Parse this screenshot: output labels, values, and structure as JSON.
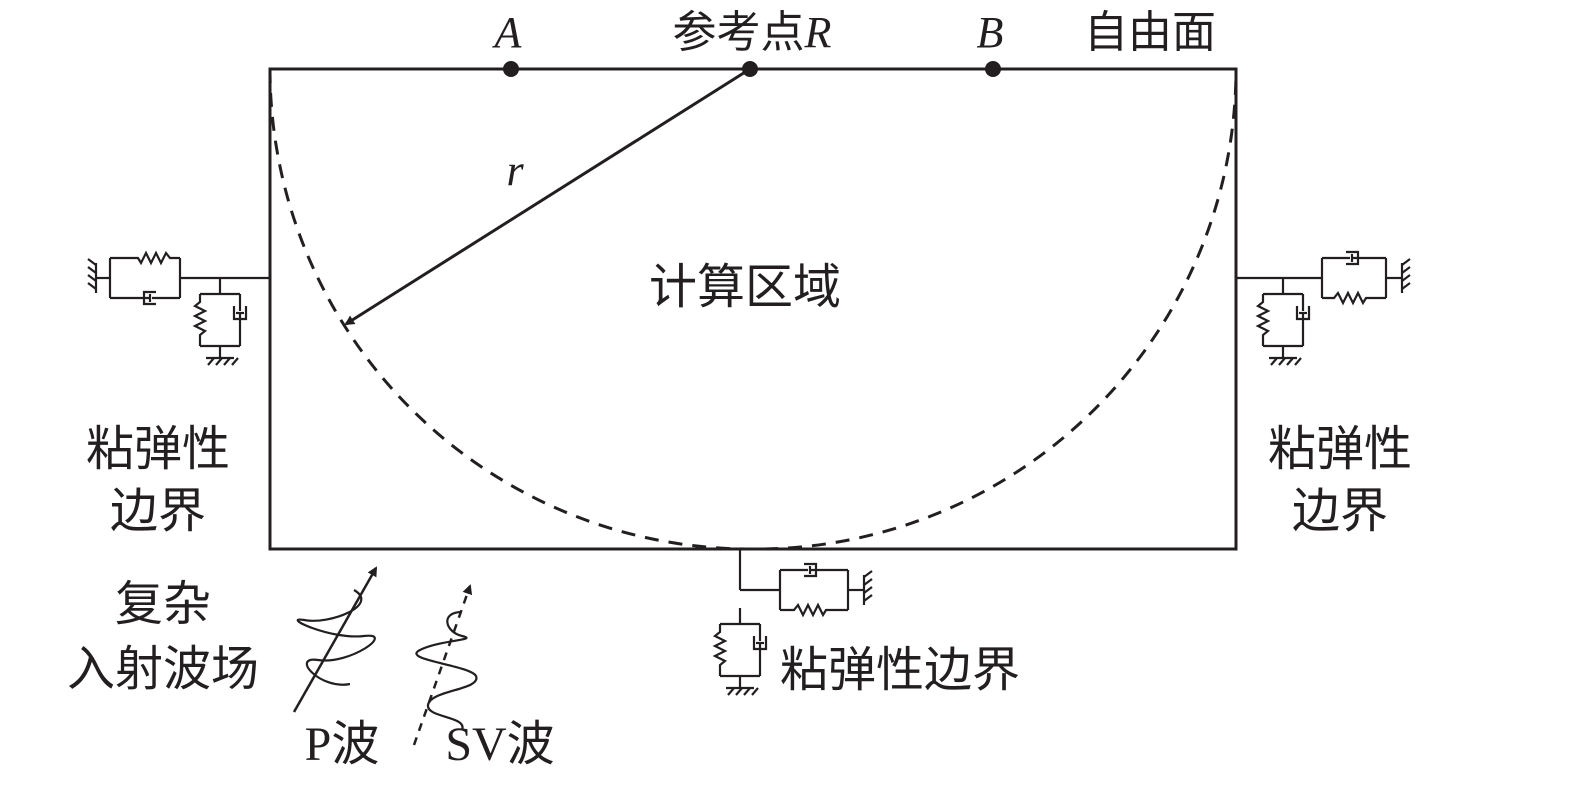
{
  "labels": {
    "point_a": "A",
    "reference_prefix": "参考点",
    "reference_symbol": "R",
    "point_b": "B",
    "free_surface": "自由面",
    "radius": "r",
    "computation_domain": "计算区域",
    "left_boundary_line1": "粘弹性",
    "left_boundary_line2": "边界",
    "right_boundary_line1": "粘弹性",
    "right_boundary_line2": "边界",
    "bottom_boundary": "粘弹性边界",
    "incident_line1": "复杂",
    "incident_line2": "入射波场",
    "p_wave": "P波",
    "sv_wave": "SV波"
  },
  "colors": {
    "ink": "#231f20",
    "background": "#ffffff"
  }
}
